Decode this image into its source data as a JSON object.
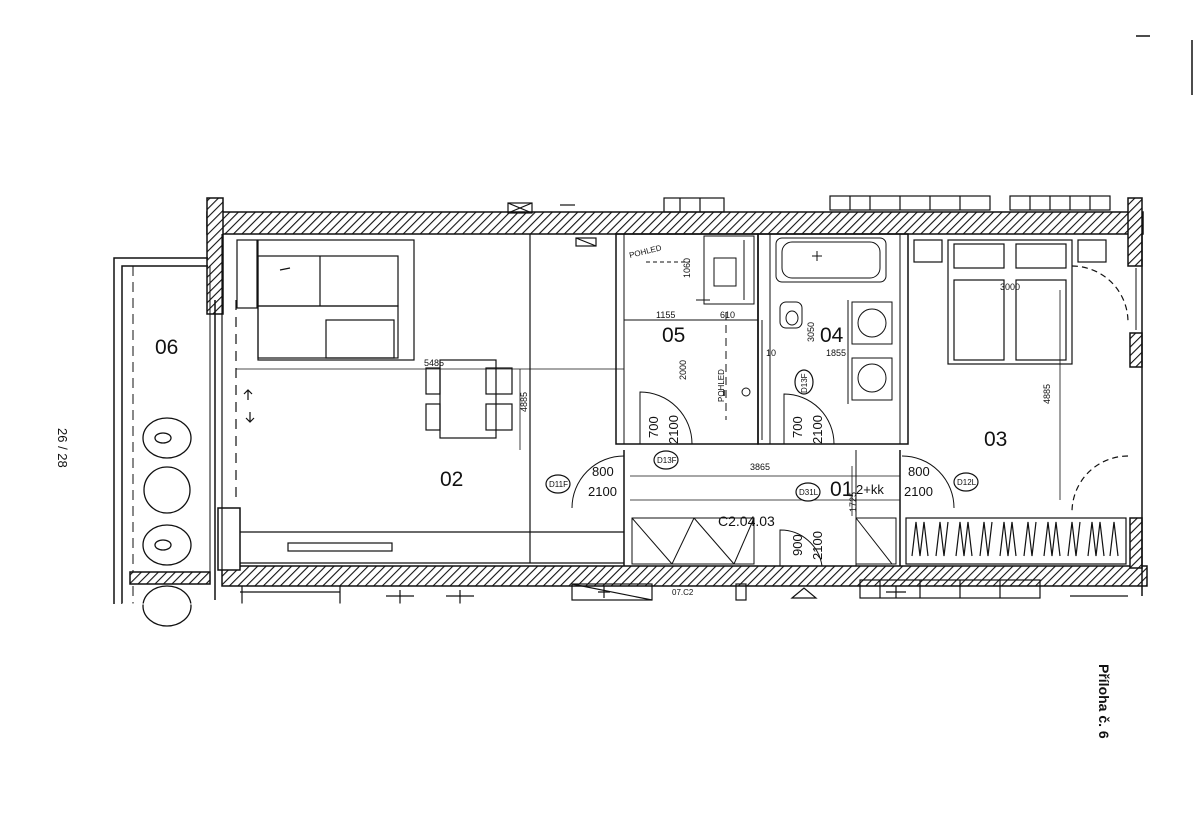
{
  "rooms": {
    "r01": "01",
    "r02": "02",
    "r03": "03",
    "r04": "04",
    "r05": "05",
    "r06": "06"
  },
  "unit": {
    "code": "C2.04.03",
    "layout": "2+kk"
  },
  "dimensions": {
    "d5485": "5485",
    "d4885_left": "4885",
    "d1155": "1155",
    "d610": "610",
    "d1060": "1060",
    "d2000": "2000",
    "d3050": "3050",
    "d1855": "1855",
    "d10": "10",
    "d3000": "3000",
    "d4885_right": "4885",
    "d3865": "3865",
    "d1725": "1725",
    "door_d11f_w": "800",
    "door_d11f_h": "2100",
    "door_d12l_w": "800",
    "door_d12l_h": "2100",
    "door_05_w": "700",
    "door_05_h": "2100",
    "door_04_w": "700",
    "door_04_h": "2100",
    "door_entry_w": "900",
    "door_entry_h": "2100"
  },
  "door_tags": {
    "d11f": "D11F",
    "d13f_a": "D13F",
    "d13f_b": "D13F",
    "d31l": "D31L",
    "d12l": "D12L"
  },
  "misc": {
    "pohled_a": "POHLED",
    "pohled_b": "POHLED",
    "c2_tag": "07.C2",
    "sheet_number": "26 / 28",
    "attachment": "Příloha č. 6"
  }
}
